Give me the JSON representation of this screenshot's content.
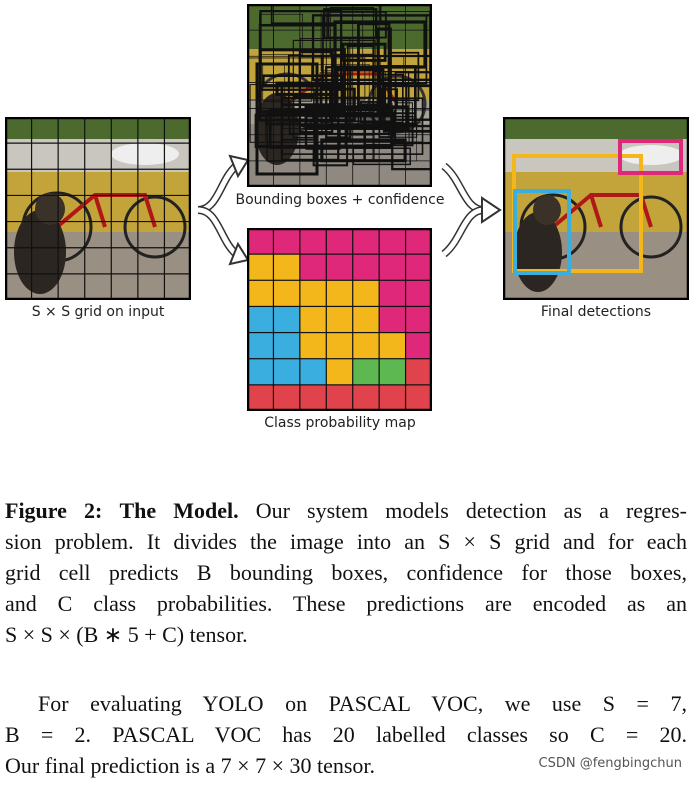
{
  "figure": {
    "panels": {
      "input_caption": "S × S grid on input",
      "boxes_caption": "Bounding boxes + confidence",
      "classmap_caption": "Class probability map",
      "final_caption": "Final detections"
    },
    "class_colors": {
      "pink": "#e0287a",
      "yellow": "#f3b71b",
      "blue": "#3aaedf",
      "green": "#5db852",
      "red": "#e0434b"
    },
    "detection_colors": {
      "car": "#e0287a",
      "bicycle": "#f3b71b",
      "dog": "#3aaedf"
    }
  },
  "caption": {
    "label": "Figure 2:",
    "title": "The Model.",
    "line1": "Our system models detection as a regres-",
    "line2": "sion problem. It divides the image into an S × S grid and for each",
    "line3": "grid cell predicts B bounding boxes, confidence for those boxes,",
    "line4": "and C class probabilities. These predictions are encoded as an",
    "line5": "S × S × (B ∗ 5 + C) tensor."
  },
  "paragraph": {
    "line1": "For evaluating YOLO on PASCAL VOC, we use S = 7,",
    "line2": "B = 2. PASCAL VOC has 20 labelled classes so C = 20.",
    "line3": "Our final prediction is a 7 × 7 × 30 tensor."
  },
  "watermark": "CSDN @fengbingchun"
}
